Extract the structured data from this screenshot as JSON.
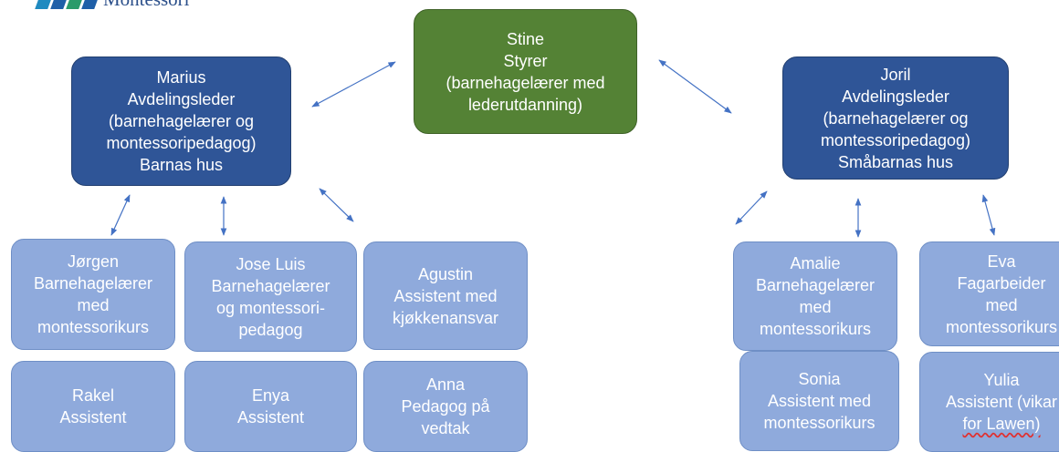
{
  "logo": {
    "text": "Montessori",
    "colors": [
      "#1f8ac0",
      "#1f5fa8",
      "#2a9b6a",
      "#1f5fa8"
    ]
  },
  "nodes": {
    "stine": [
      "Stine",
      "Styrer",
      "(barnehagelærer med",
      "lederutdanning)"
    ],
    "marius": [
      "Marius",
      "Avdelingsleder",
      "(barnehagelærer og",
      "montessoripedagog)",
      "Barnas hus"
    ],
    "joril": [
      "Joril",
      "Avdelingsleder",
      "(barnehagelærer og",
      "montessoripedagog)",
      "Småbarnas hus"
    ],
    "jorgen": [
      "Jørgen",
      "Barnehagelærer",
      "med",
      "montessorikurs"
    ],
    "joseluis": [
      "Jose Luis",
      "Barnehagelærer",
      "og montessori-",
      "pedagog"
    ],
    "agustin": [
      "Agustin",
      "Assistent med",
      "kjøkkenansvar"
    ],
    "rakel": [
      "Rakel",
      "Assistent"
    ],
    "enya": [
      "Enya",
      "Assistent"
    ],
    "anna": [
      "Anna",
      "Pedagog på",
      "vedtak"
    ],
    "amalie": [
      "Amalie",
      "Barnehagelærer",
      "med",
      "montessorikurs"
    ],
    "eva": [
      "Eva",
      "Fagarbeider",
      "med",
      "montessorikurs"
    ],
    "sonia": [
      "Sonia",
      "Assistent med",
      "montessorikurs"
    ],
    "yulia": [
      "Yulia",
      "Assistent (vikar",
      "for Lawen)"
    ]
  },
  "colors": {
    "director": "#548235",
    "leader": "#2f5597",
    "staff": "#8faadc",
    "arrow": "#4472c4",
    "text": "#ffffff"
  }
}
